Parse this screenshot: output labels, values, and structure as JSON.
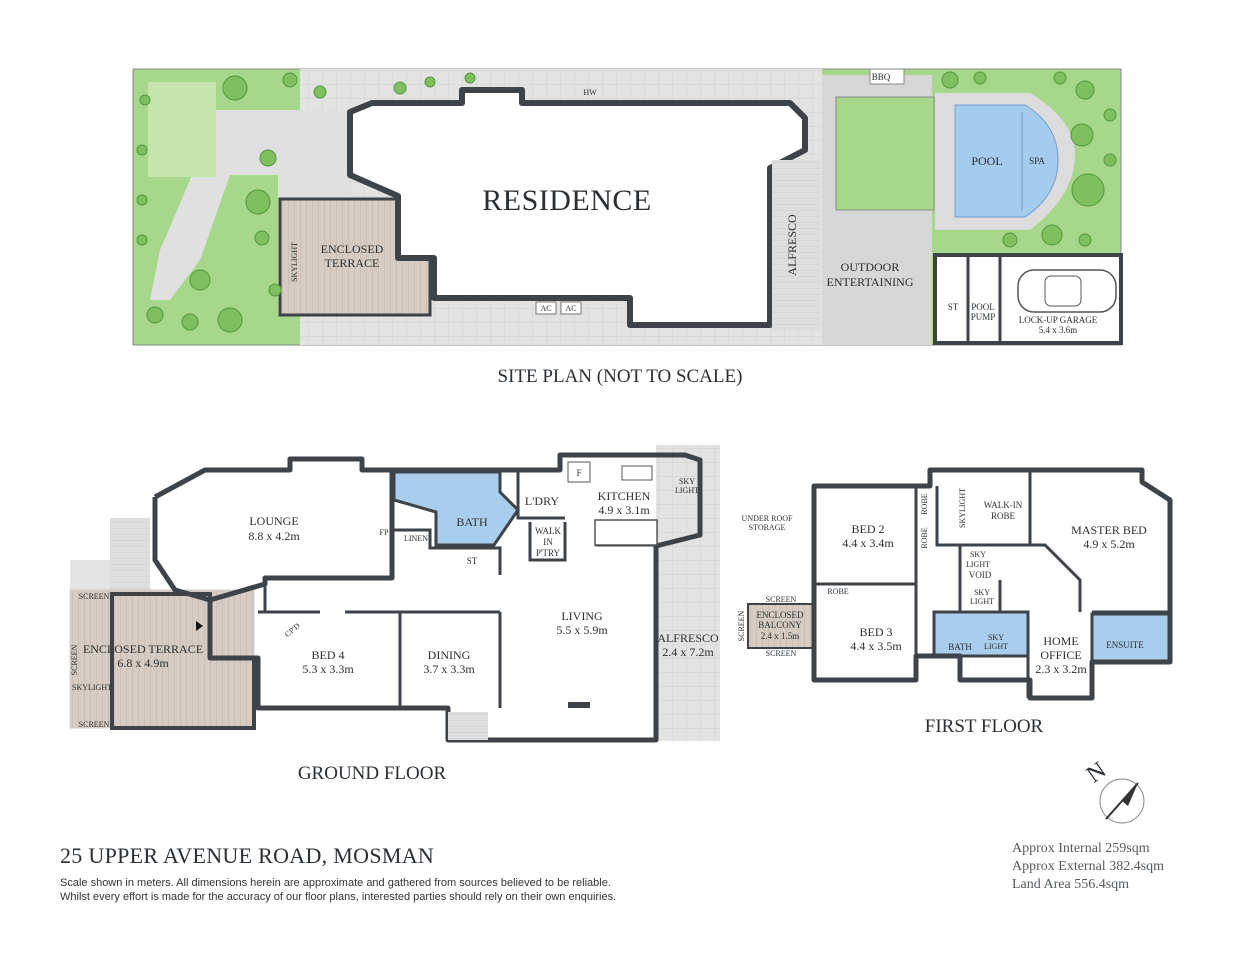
{
  "site_plan": {
    "caption": "SITE PLAN (NOT TO SCALE)",
    "residence": "RESIDENCE",
    "enclosed_terrace": [
      "ENCLOSED",
      "TERRACE"
    ],
    "skylight": "SKYLIGHT",
    "hw": "HW",
    "ac": "AC",
    "bbq": "BBQ",
    "pool": "POOL",
    "spa": "SPA",
    "alfresco": "ALFRESCO",
    "outdoor_entertaining": [
      "OUTDOOR",
      "ENTERTAINING"
    ],
    "st": "ST",
    "pool_pump": [
      "POOL",
      "PUMP"
    ],
    "garage": [
      "LOCK-UP GARAGE",
      "5.4 x 3.6m"
    ]
  },
  "ground_floor": {
    "caption": "GROUND FLOOR",
    "lounge": [
      "LOUNGE",
      "8.8 x 4.2m"
    ],
    "bath": "BATH",
    "ldry": "L'DRY",
    "kitchen": [
      "KITCHEN",
      "4.9 x 3.1m"
    ],
    "fridge": "F",
    "skylight": [
      "SKY",
      "LIGHT"
    ],
    "fp": "FP",
    "linen": "LINEN",
    "st": "ST",
    "walk_in_pantry": [
      "WALK",
      "IN",
      "P'TRY"
    ],
    "living": [
      "LIVING",
      "5.5 x 5.9m"
    ],
    "alfresco": [
      "ALFRESCO",
      "2.4 x 7.2m"
    ],
    "enclosed_terrace": [
      "ENCLOSED TERRACE",
      "6.8 x 4.9m"
    ],
    "screen": "SCREEN",
    "skylight_side": "SKYLIGHT",
    "cpd": "CP'D",
    "bed4": [
      "BED 4",
      "5.3 x 3.3m"
    ],
    "dining": [
      "DINING",
      "3.7 x 3.3m"
    ]
  },
  "first_floor": {
    "caption": "FIRST FLOOR",
    "under_roof_storage": [
      "UNDER ROOF",
      "STORAGE"
    ],
    "bed2": [
      "BED 2",
      "4.4 x 3.4m"
    ],
    "robe": "ROBE",
    "skylight": "SKYLIGHT",
    "walk_in_robe": [
      "WALK-IN",
      "ROBE"
    ],
    "master_bed": [
      "MASTER BED",
      "4.9 x 5.2m"
    ],
    "sky_light_void": [
      "SKY",
      "LIGHT",
      "VOID"
    ],
    "sky_light": [
      "SKY",
      "LIGHT"
    ],
    "screen": "SCREEN",
    "enclosed_balcony": [
      "ENCLOSED",
      "BALCONY",
      "2.4 x 1.5m"
    ],
    "bed3": [
      "BED 3",
      "4.4 x 3.5m"
    ],
    "bath": "BATH",
    "home_office": [
      "HOME",
      "OFFICE",
      "2.3 x 3.2m"
    ],
    "ensuite": "ENSUITE"
  },
  "compass": {
    "letter": "N"
  },
  "address": "25 UPPER AVENUE ROAD, MOSMAN",
  "disclaimer": [
    "Scale shown in meters. All dimensions herein are approximate and gathered from sources believed to be  reliable.",
    "Whilst every effort is made for the accuracy of our floor plans, interested parties should rely on their own enquiries."
  ],
  "areas": {
    "internal": "Approx Internal 259sqm",
    "external": "Approx External 382.4sqm",
    "land": "Land Area 556.4sqm"
  },
  "colors": {
    "lawn": "#a7d78a",
    "grass": "#c5e5ad",
    "paving": "#dcdcdc",
    "wall": "#3d4348",
    "wet_area": "#a9cdec",
    "pool": "#a4ccee",
    "deck": "#d3c8be"
  }
}
